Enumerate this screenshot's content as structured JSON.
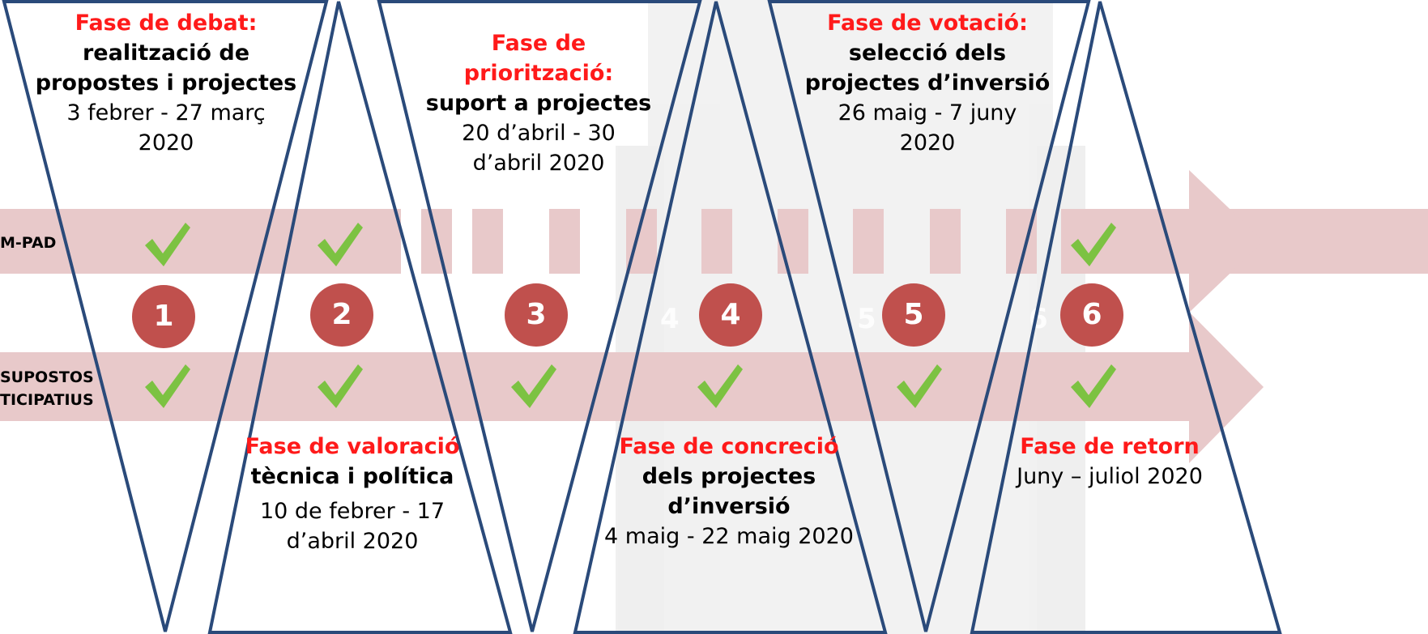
{
  "rows": {
    "top_label": "M-PAD",
    "bottom_label_line1": "SUPOSTOS",
    "bottom_label_line2": "TICIPATIUS"
  },
  "phases": [
    {
      "number": "1",
      "title": "Fase de debat:",
      "subtitle_lines": [
        "realització de",
        "propostes i projectes"
      ],
      "date_lines": [
        "3 febrer - 27 març",
        "2020"
      ]
    },
    {
      "number": "2",
      "title": "Fase de valoració",
      "subtitle_lines": [
        "tècnica i política"
      ],
      "date_lines": [
        "10 de febrer - 17",
        "d’abril 2020"
      ]
    },
    {
      "number": "3",
      "title_lines": [
        "Fase de",
        "priorització:"
      ],
      "subtitle_lines": [
        "suport a projectes"
      ],
      "date_lines": [
        "20 d’abril - 30",
        "d’abril 2020"
      ]
    },
    {
      "number": "4",
      "title": "Fase de concreció",
      "subtitle_lines": [
        "dels projectes",
        "d’inversió"
      ],
      "date_lines": [
        "4 maig - 22 maig 2020"
      ]
    },
    {
      "number": "5",
      "title": "Fase de votació:",
      "subtitle_lines": [
        "selecció dels",
        "projectes d’inversió"
      ],
      "date_lines": [
        "26 maig - 7 juny",
        "2020"
      ]
    },
    {
      "number": "6",
      "title": "Fase de retorn",
      "date_lines": [
        "Juny – juliol 2020"
      ]
    }
  ],
  "ghost_numbers": [
    "4",
    "5",
    "6"
  ],
  "checks": {
    "top_row_phases": [
      "1",
      "2",
      "6"
    ],
    "bottom_row_phases": [
      "1",
      "2",
      "3",
      "4",
      "5",
      "6"
    ]
  },
  "colors": {
    "band": "#e8c9ca",
    "circle": "#c0504d",
    "triangle_stroke": "#2a4a7a",
    "check": "#7cc242",
    "title_red": "#ff1a1a"
  }
}
